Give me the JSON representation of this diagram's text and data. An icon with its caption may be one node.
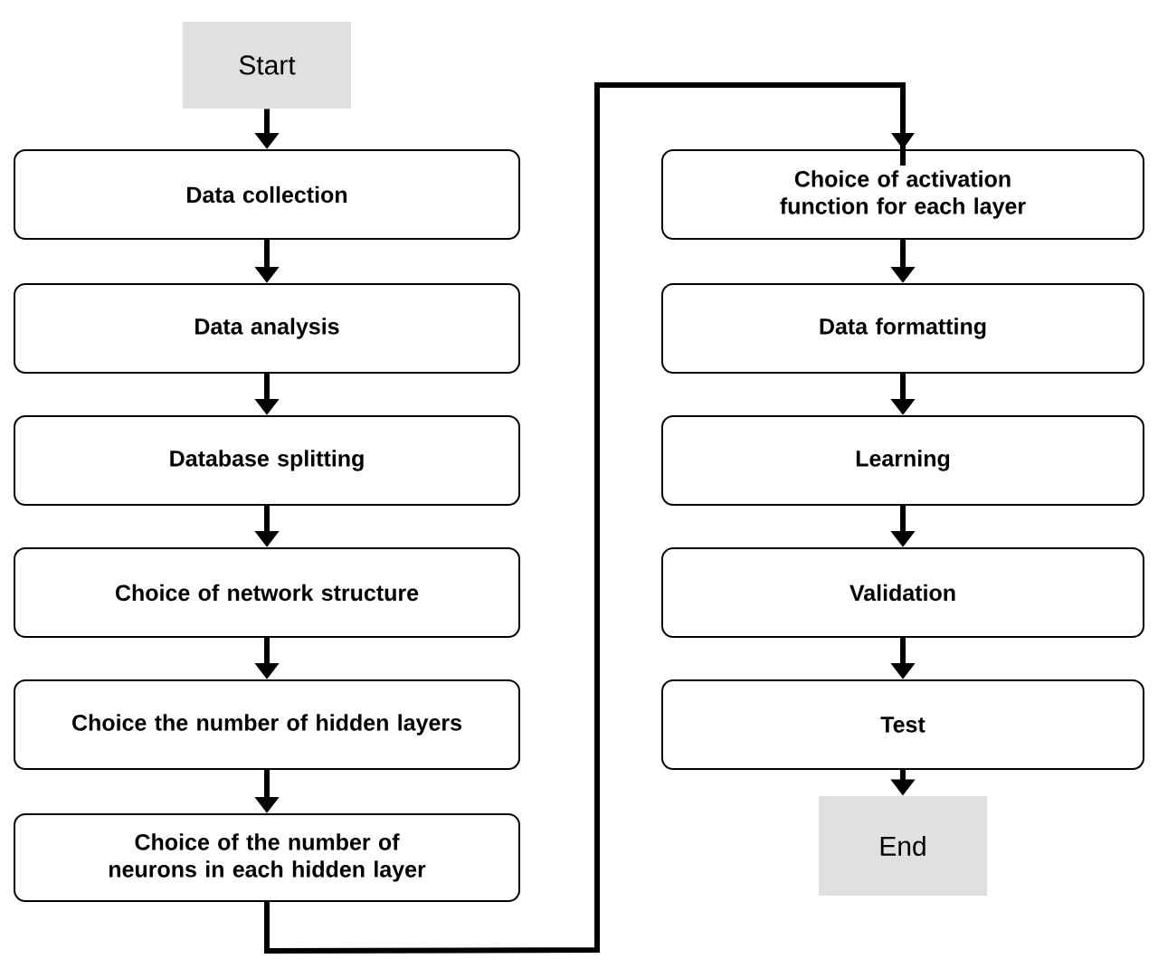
{
  "diagram": {
    "nodes": [
      {
        "text": [
          "Start"
        ]
      },
      {
        "text": [
          "Data collection"
        ]
      },
      {
        "text": [
          "Data analysis"
        ]
      },
      {
        "text": [
          "Database splitting"
        ]
      },
      {
        "text": [
          "Choice of network structure"
        ]
      },
      {
        "text": [
          "Choice the number of hidden layers"
        ]
      },
      {
        "text": [
          "Choice of the number of neurons in each hidden layer"
        ]
      },
      {
        "text": [
          "Choice of activation function for each layer"
        ]
      },
      {
        "text": [
          "Data formatting"
        ]
      },
      {
        "text": [
          "Learning"
        ]
      },
      {
        "text": [
          "Validation"
        ]
      },
      {
        "text": [
          "Test"
        ]
      },
      {
        "text": [
          "End"
        ]
      }
    ],
    "edges": [
      {
        "from": 0,
        "to": 1,
        "arrow": "to"
      },
      {
        "from": 1,
        "to": 2,
        "arrow": "to"
      },
      {
        "from": 2,
        "to": 3,
        "arrow": "to"
      },
      {
        "from": 3,
        "to": 4,
        "arrow": "to"
      },
      {
        "from": 4,
        "to": 5,
        "arrow": "to"
      },
      {
        "from": 5,
        "to": 6,
        "arrow": "to"
      },
      {
        "from": 6,
        "to": 7,
        "arrow": "to"
      },
      {
        "from": 7,
        "to": 8,
        "arrow": "to"
      },
      {
        "from": 8,
        "to": 9,
        "arrow": "to"
      },
      {
        "from": 9,
        "to": 10,
        "arrow": "to"
      },
      {
        "from": 10,
        "to": 11,
        "arrow": "to"
      },
      {
        "from": 11,
        "to": 12,
        "arrow": "to"
      }
    ]
  }
}
